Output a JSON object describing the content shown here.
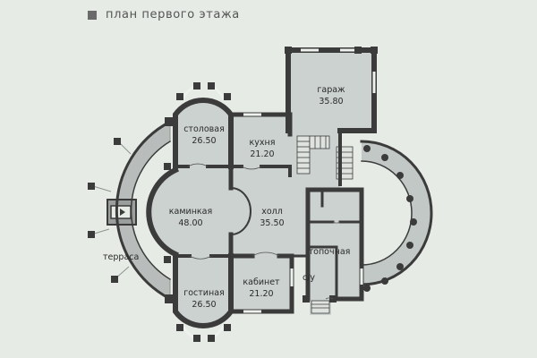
{
  "legend": {
    "title": "план первого этажа",
    "swatch_color": "#6a6a6a"
  },
  "colors": {
    "background": "#e6ebe5",
    "floor": "#cbd2cf",
    "wall": "#3b3b3b",
    "terrace": "#b8bdbb"
  },
  "rooms": {
    "garage": {
      "name": "гараж",
      "area": "35.80"
    },
    "dining": {
      "name": "столовая",
      "area": "26.50"
    },
    "kitchen": {
      "name": "кухня",
      "area": "21.20"
    },
    "fireplace": {
      "name": "каминкая",
      "area": "48.00"
    },
    "hall": {
      "name": "холл",
      "area": "35.50"
    },
    "terrace": {
      "name": "терраса"
    },
    "boiler": {
      "name": "топочная"
    },
    "wc": {
      "name": "с/у"
    },
    "living": {
      "name": "гостиная",
      "area": "26.50"
    },
    "study": {
      "name": "кабинет",
      "area": "21.20"
    }
  }
}
